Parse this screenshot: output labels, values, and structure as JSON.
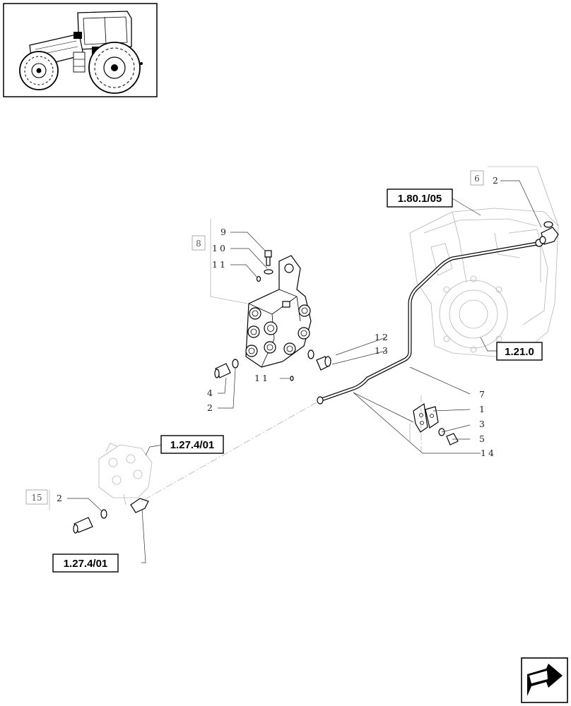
{
  "references": {
    "transmission_group": "1.80.1/05",
    "rear_housing": "1.21.0",
    "valve_group_upper": "1.27.4/01",
    "valve_group_lower": "1.27.4/01"
  },
  "kits": {
    "kit_15": "15",
    "kit_6": "6",
    "kit_8": "8"
  },
  "callouts": {
    "c9": "9",
    "c10": "10",
    "c11_top": "11",
    "c12": "12",
    "c13": "13",
    "c11_bottom": "11",
    "c4": "4",
    "c2_left": "2",
    "c2_top": "2",
    "c7": "7",
    "c1": "1",
    "c3": "3",
    "c5": "5",
    "c14": "14",
    "c2_lower": "2"
  },
  "icons": {
    "thumbnail": "tractor-thumbnail-icon",
    "navigation": "next-page-arrow-icon"
  }
}
